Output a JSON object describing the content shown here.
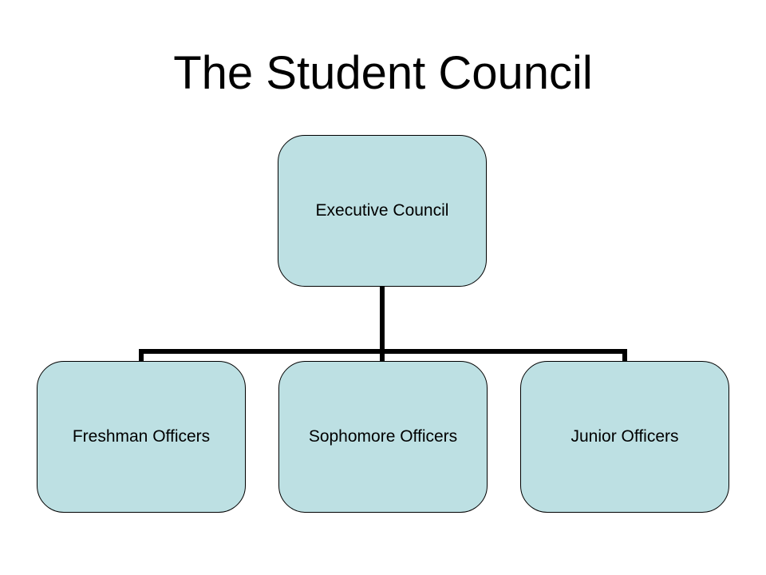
{
  "title": "The Student Council",
  "colors": {
    "box_fill": "#bde0e3",
    "box_border": "#000000",
    "connector": "#000000",
    "text": "#000000"
  },
  "org_chart": {
    "root": {
      "label": "Executive Council"
    },
    "children": [
      {
        "label": "Freshman Officers"
      },
      {
        "label": "Sophomore Officers"
      },
      {
        "label": "Junior Officers"
      }
    ]
  }
}
